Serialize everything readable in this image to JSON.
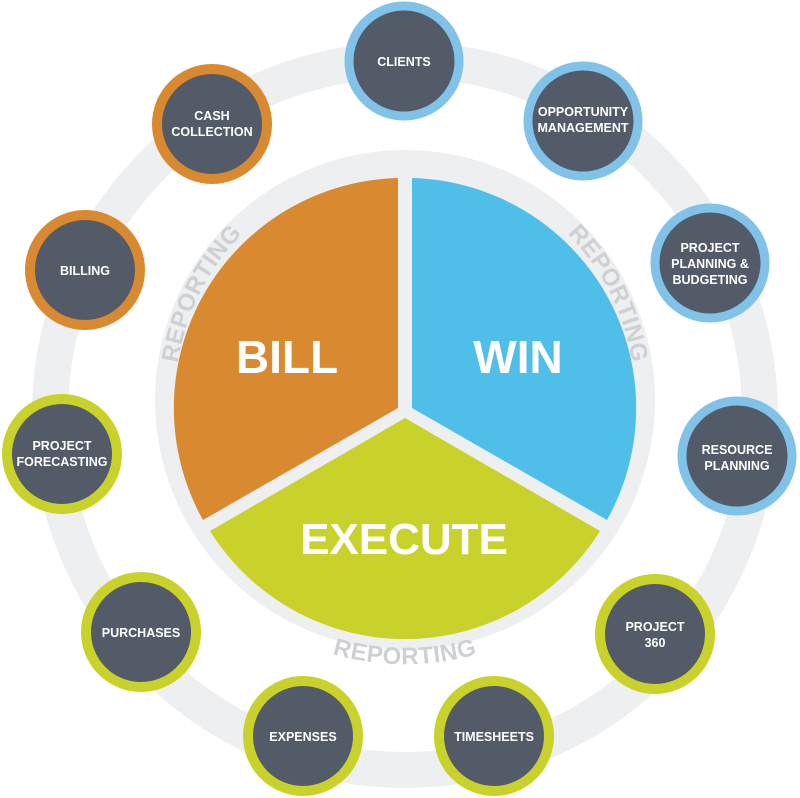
{
  "colors": {
    "bill": "#d98a30",
    "win": "#4fbfe9",
    "execute": "#c9d22a",
    "node_fill": "#525b67",
    "ring_orange": "#d98a30",
    "ring_blue": "#80c2e8",
    "ring_green": "#c9d22a",
    "band": "#eeeff1",
    "reporting_text": "#cfd0d3"
  },
  "segments": {
    "bill": "BILL",
    "win": "WIN",
    "execute": "EXECUTE"
  },
  "reporting": {
    "left": "REPORTING",
    "right": "REPORTING",
    "bottom": "REPORTING"
  },
  "nodes": [
    {
      "id": "clients",
      "lines": [
        "CLIENTS"
      ],
      "group": "win"
    },
    {
      "id": "opportunity-management",
      "lines": [
        "OPPORTUNITY",
        "MANAGEMENT"
      ],
      "group": "win"
    },
    {
      "id": "project-planning-budgeting",
      "lines": [
        "PROJECT",
        "PLANNING &",
        "BUDGETING"
      ],
      "group": "win"
    },
    {
      "id": "resource-planning",
      "lines": [
        "RESOURCE",
        "PLANNING"
      ],
      "group": "win"
    },
    {
      "id": "project-360",
      "lines": [
        "PROJECT",
        "360"
      ],
      "group": "execute"
    },
    {
      "id": "timesheets",
      "lines": [
        "TIMESHEETS"
      ],
      "group": "execute"
    },
    {
      "id": "expenses",
      "lines": [
        "EXPENSES"
      ],
      "group": "execute"
    },
    {
      "id": "purchases",
      "lines": [
        "PURCHASES"
      ],
      "group": "execute"
    },
    {
      "id": "project-forecasting",
      "lines": [
        "PROJECT",
        "FORECASTING"
      ],
      "group": "execute"
    },
    {
      "id": "billing",
      "lines": [
        "BILLING"
      ],
      "group": "bill"
    },
    {
      "id": "cash-collection",
      "lines": [
        "CASH",
        "COLLECTION"
      ],
      "group": "bill"
    }
  ]
}
